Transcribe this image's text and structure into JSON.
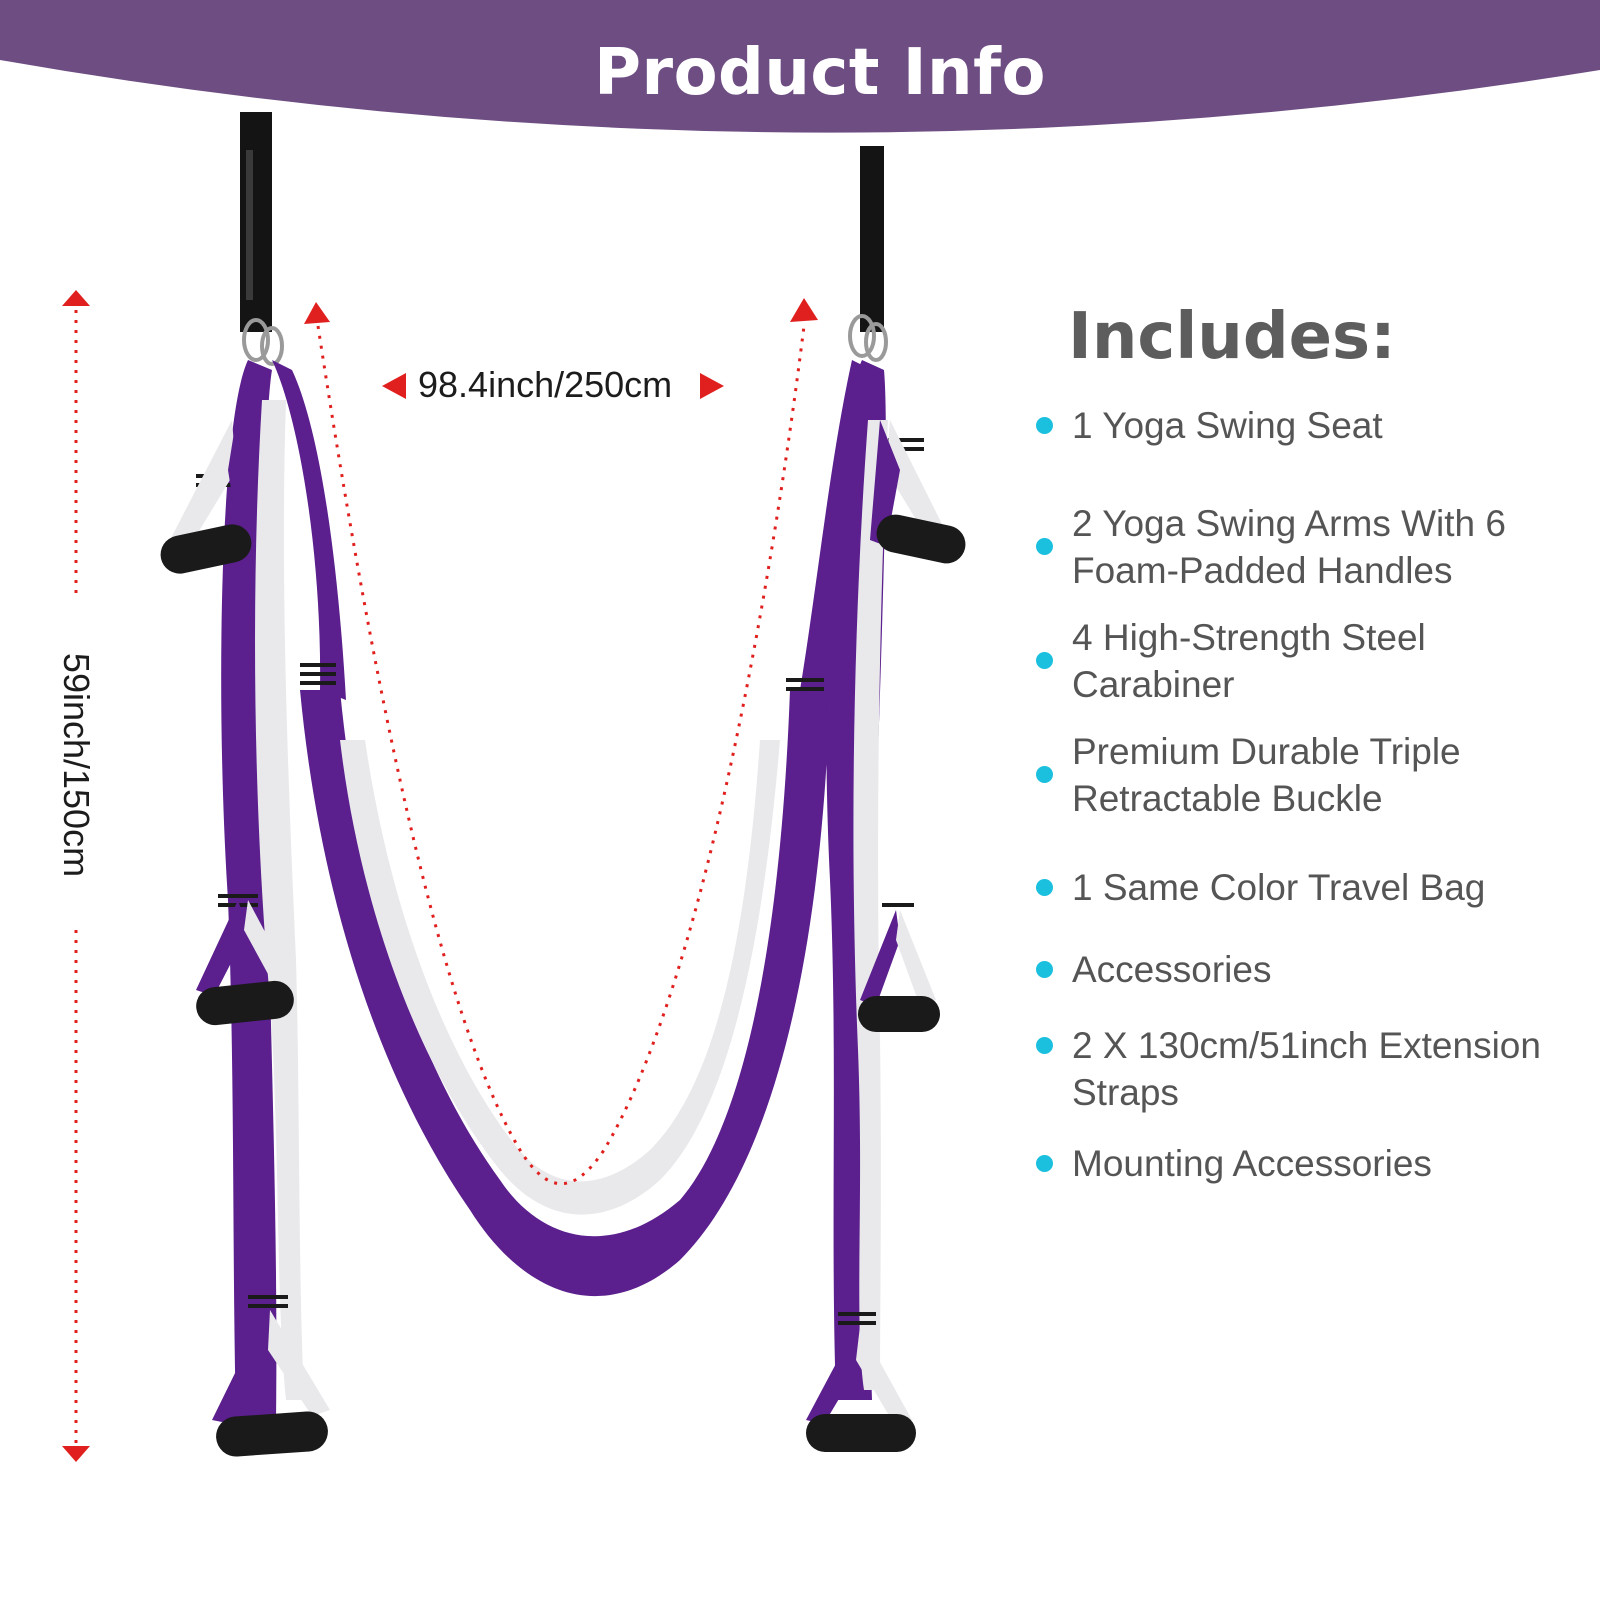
{
  "header": {
    "title": "Product Info",
    "band_color": "#6e4e82"
  },
  "dimensions": {
    "width_label": "98.4inch/250cm",
    "height_label": "59inch/150cm",
    "arrow_color": "#e0201e"
  },
  "product": {
    "fabric_primary": "#5b1f8e",
    "fabric_secondary": "#e9e9ec",
    "handle_color": "#1a1a1a"
  },
  "includes": {
    "title": "Includes:",
    "bullet_color": "#1cc0df",
    "items": [
      {
        "text": "1 Yoga Swing Seat"
      },
      {
        "text": "2 Yoga Swing Arms With 6 Foam-Padded Handles"
      },
      {
        "text": "4 High-Strength Steel Carabiner"
      },
      {
        "text": "Premium Durable Triple Retractable Buckle"
      },
      {
        "text": "1 Same Color Travel Bag"
      },
      {
        "text": "Accessories"
      },
      {
        "text": "2 X 130cm/51inch Extension Straps"
      },
      {
        "text": "Mounting Accessories"
      }
    ]
  }
}
